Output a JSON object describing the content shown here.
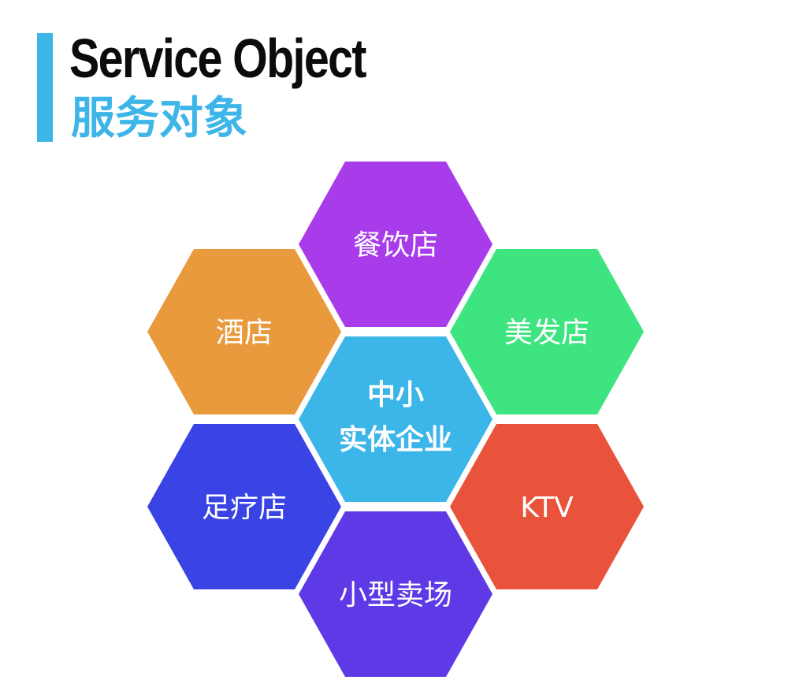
{
  "header": {
    "title_en": "Service Object",
    "title_zh": "服务对象",
    "accent_color": "#3cb5e8"
  },
  "diagram": {
    "center": {
      "lines": [
        "中小",
        "实体企业"
      ],
      "color": "#3cb5e8"
    },
    "nodes": [
      {
        "label": "餐饮店",
        "color": "#a93cea"
      },
      {
        "label": "酒店",
        "color": "#e99a3c"
      },
      {
        "label": "美发店",
        "color": "#3ee47f"
      },
      {
        "label": "足疗店",
        "color": "#3a43e4"
      },
      {
        "label": "KTV",
        "color": "#e9533c"
      },
      {
        "label": "小型卖场",
        "color": "#5e3ae6"
      }
    ]
  }
}
